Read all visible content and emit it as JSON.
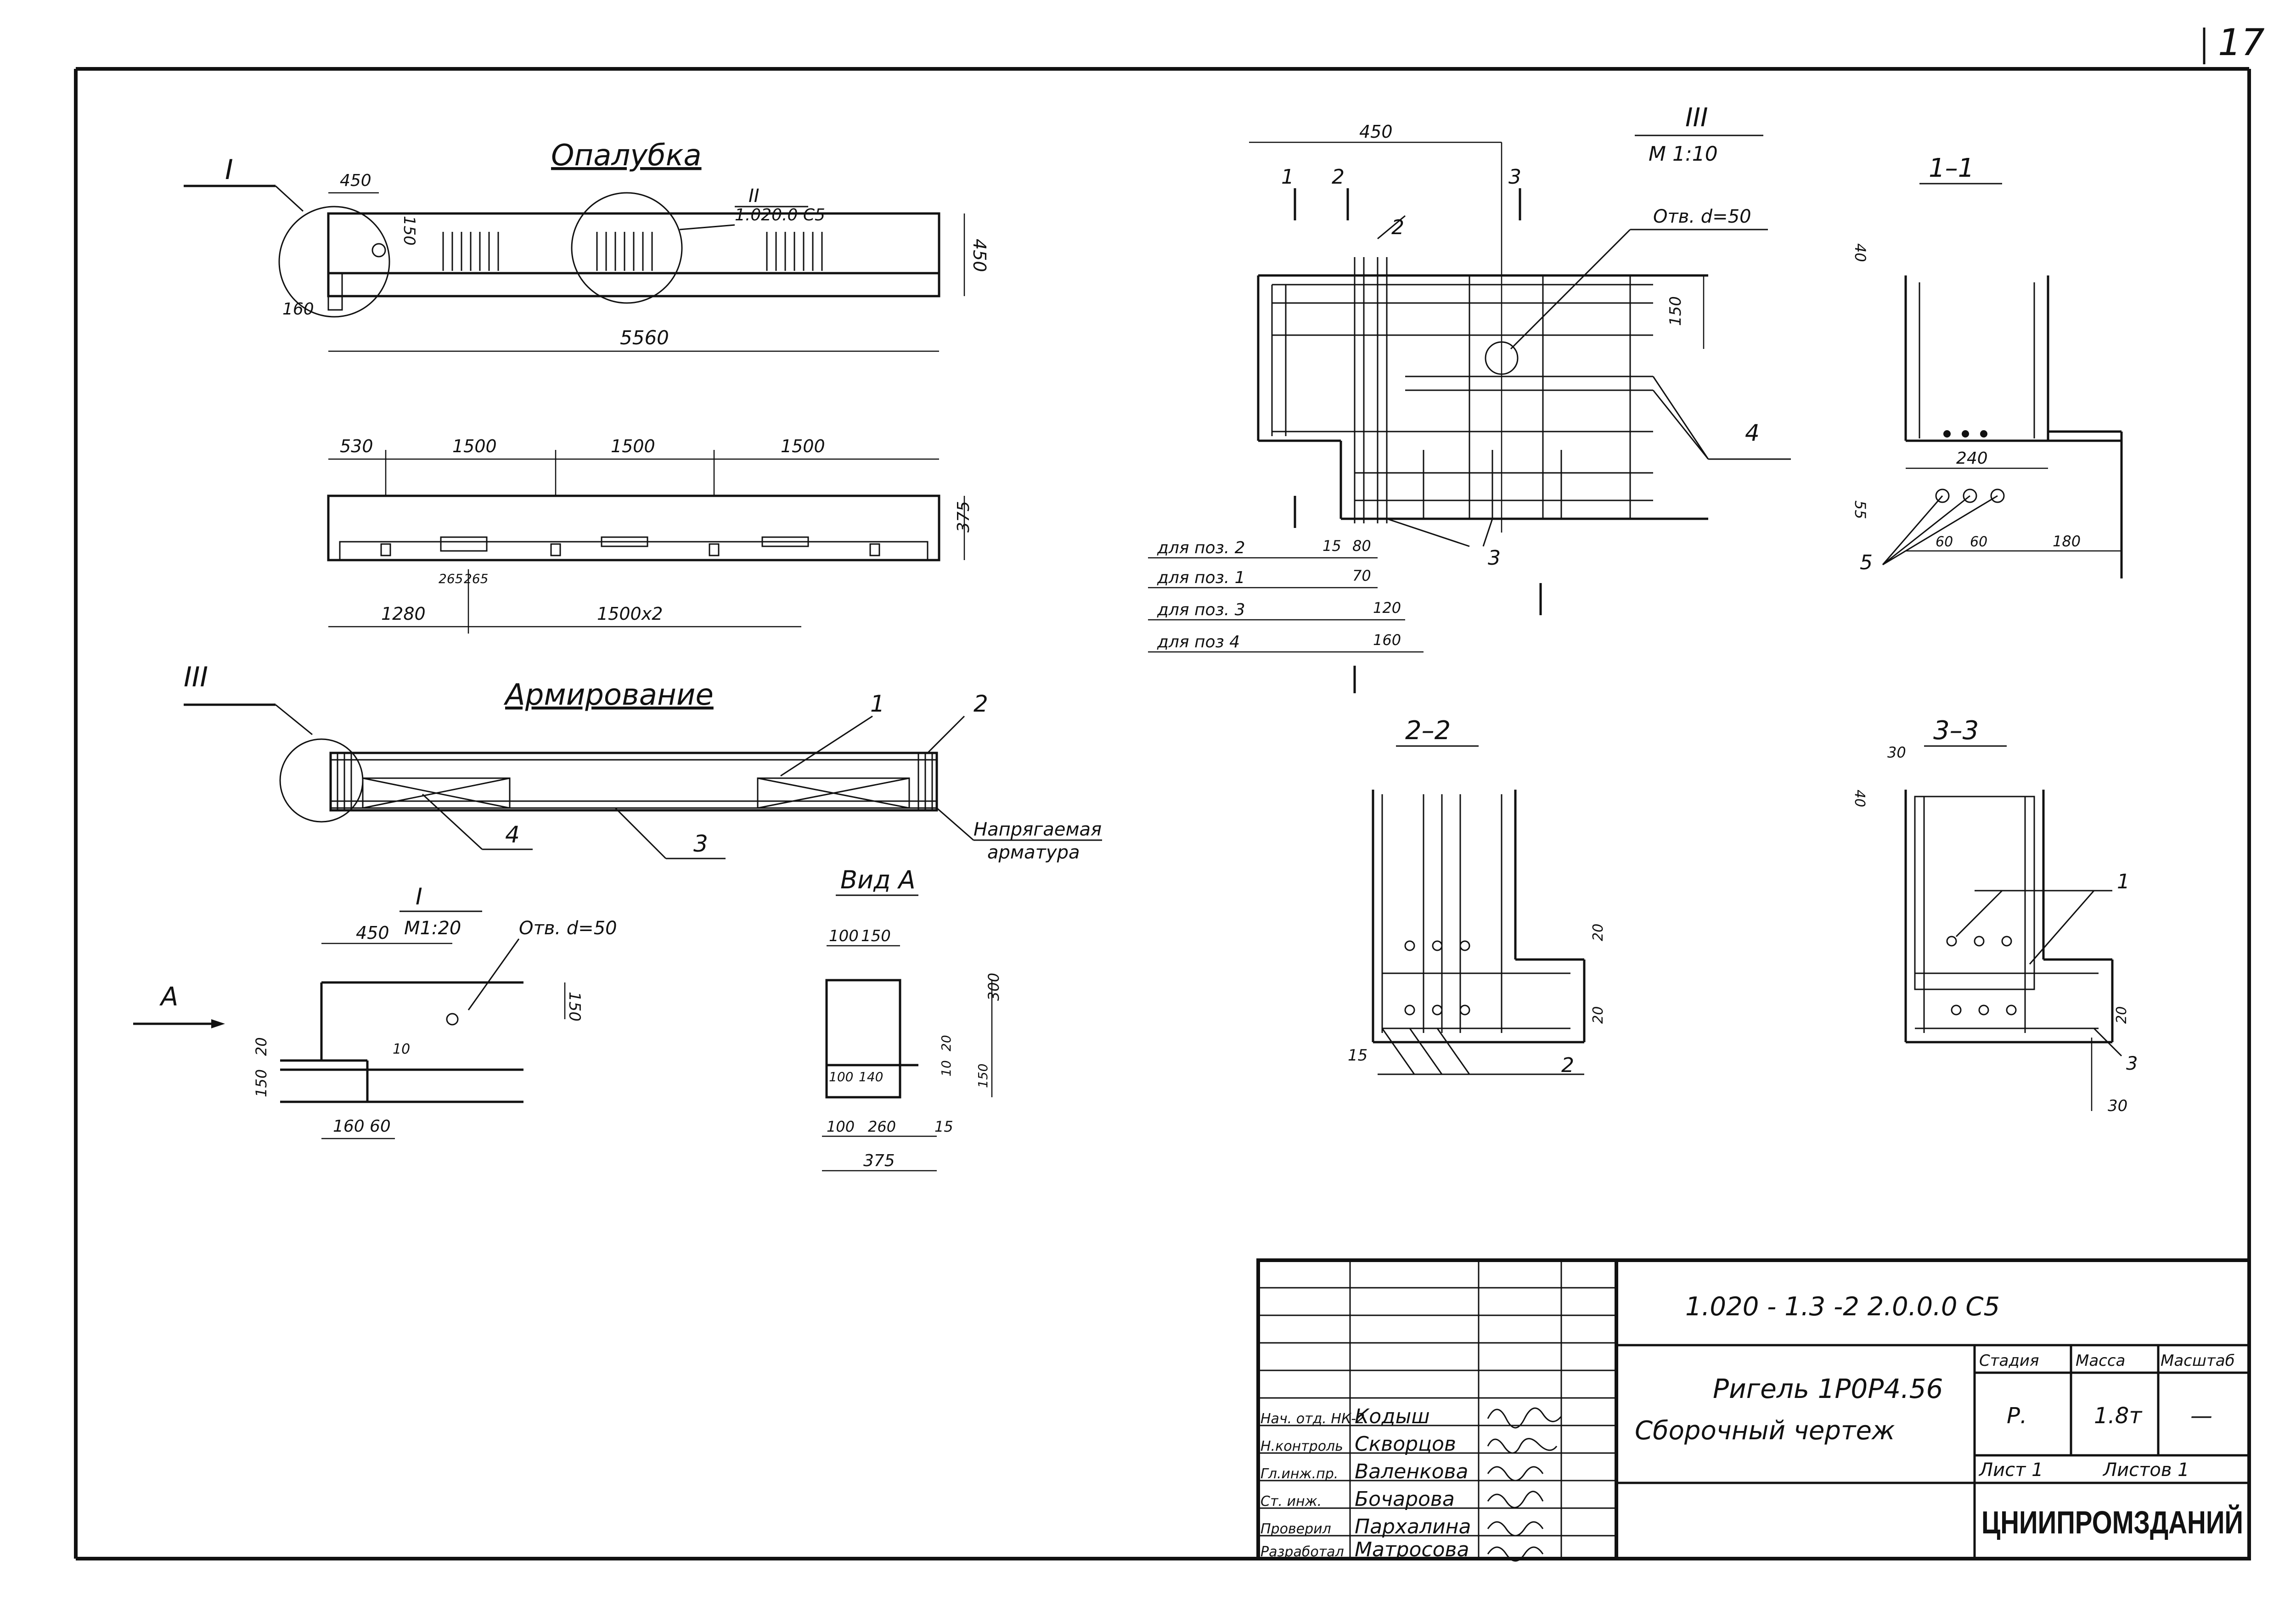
{
  "sheet": {
    "page_number": "17"
  },
  "views": {
    "formwork": {
      "title": "Опалубка",
      "callout_I": "I",
      "callout_II": "II",
      "callout_II_ref": "1.020.0 С5",
      "dims_top": [
        "450",
        "150",
        "160",
        "5560",
        "450"
      ],
      "dims_plan": [
        "530",
        "1500",
        "1500",
        "1500",
        "375",
        "265",
        "265",
        "1280",
        "1500х2"
      ]
    },
    "reinforcement": {
      "title": "Армирование",
      "callout_III": "III",
      "positions": [
        "1",
        "2",
        "3",
        "4"
      ],
      "prestressed_label_1": "Напрягаемая",
      "prestressed_label_2": "арматура"
    },
    "detail_I": {
      "title": "I",
      "scale": "М1:20",
      "hole": "Отв. d=50",
      "arrow": "А",
      "dims": [
        "450",
        "150",
        "20",
        "150",
        "10",
        "160",
        "60"
      ]
    },
    "view_A": {
      "title": "Вид А",
      "dims": [
        "100",
        "150",
        "300",
        "20",
        "10",
        "150",
        "100",
        "140",
        "100",
        "260",
        "15",
        "375"
      ]
    },
    "detail_III": {
      "title": "III",
      "scale": "М 1:10",
      "hole": "Отв. d=50",
      "dims": [
        "450",
        "150"
      ],
      "section_marks": [
        "1",
        "2",
        "3"
      ],
      "positions": [
        "2",
        "3",
        "4"
      ],
      "notes": [
        {
          "label": "для поз. 2",
          "value_a": "15",
          "value_b": "80"
        },
        {
          "label": "для поз. 1",
          "value_a": "70",
          "value_b": ""
        },
        {
          "label": "для поз. 3",
          "value_a": "120",
          "value_b": ""
        },
        {
          "label": "для поз  4",
          "value_a": "160",
          "value_b": ""
        }
      ]
    },
    "section_1_1": {
      "title": "1–1",
      "dims": [
        "40",
        "240",
        "55",
        "60",
        "60",
        "180"
      ],
      "position": "5"
    },
    "section_2_2": {
      "title": "2–2",
      "dims": [
        "20",
        "20",
        "15"
      ],
      "position": "2"
    },
    "section_3_3": {
      "title": "3–3",
      "dims": [
        "30",
        "40",
        "20",
        "30"
      ],
      "positions": [
        "1",
        "3"
      ]
    }
  },
  "title_block": {
    "code": "1.020 - 1.3 -2  2.0.0.0 С5",
    "name": "Ригель 1Р0Р4.56",
    "subtitle": "Сборочный чертеж",
    "stage_label": "Стадия",
    "mass_label": "Масса",
    "scale_label": "Масштаб",
    "stage": "Р.",
    "mass": "1.8т",
    "scale": "—",
    "sheet_label": "Лист  1",
    "sheets_label": "Листов 1",
    "organization": "ЦНИИПРОМЗДАНИЙ",
    "staff": [
      {
        "role": "Нач. отд. НК-2",
        "name": "Кодыш"
      },
      {
        "role": "Н.контроль",
        "name": "Скворцов"
      },
      {
        "role": "Гл.инж.пр.",
        "name": "Валенкова"
      },
      {
        "role": "Ст. инж.",
        "name": "Бочарова"
      },
      {
        "role": "Проверил",
        "name": "Пархалина"
      },
      {
        "role": "Разработал",
        "name": "Матросова"
      }
    ]
  }
}
